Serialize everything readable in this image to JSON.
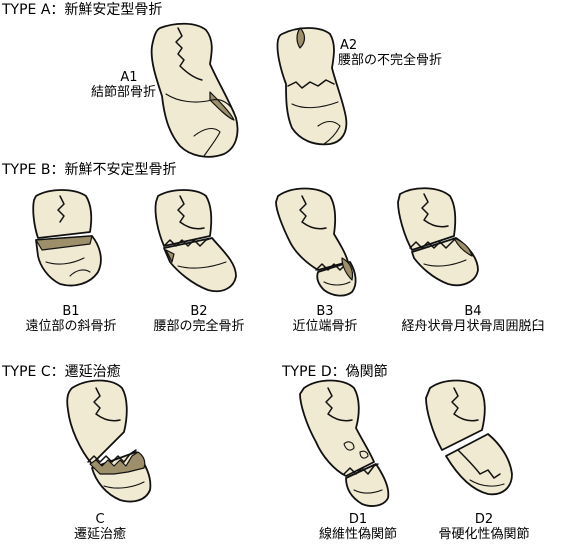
{
  "sections": {
    "a": {
      "title": "TYPE A：新鮮安定型骨折"
    },
    "b": {
      "title": "TYPE B：新鮮不安定型骨折"
    },
    "c": {
      "title": "TYPE C：遷延治癒"
    },
    "d": {
      "title": "TYPE D：偽関節"
    }
  },
  "figures": {
    "a1": {
      "code": "A1",
      "desc": "結節部骨折"
    },
    "a2": {
      "code": "A2",
      "desc": "腰部の不完全骨折"
    },
    "b1": {
      "code": "B1",
      "desc": "遠位部の斜骨折"
    },
    "b2": {
      "code": "B2",
      "desc": "腰部の完全骨折"
    },
    "b3": {
      "code": "B3",
      "desc": "近位端骨折"
    },
    "b4": {
      "code": "B4",
      "desc": "経舟状骨月状骨周囲脱臼"
    },
    "c": {
      "code": "C",
      "desc": "遷延治癒"
    },
    "d1": {
      "code": "D1",
      "desc": "線維性偽関節"
    },
    "d2": {
      "code": "D2",
      "desc": "骨硬化性偽関節"
    }
  },
  "colors": {
    "bone": "#f1ead2",
    "shade": "#9c8f69",
    "outline": "#111111"
  }
}
